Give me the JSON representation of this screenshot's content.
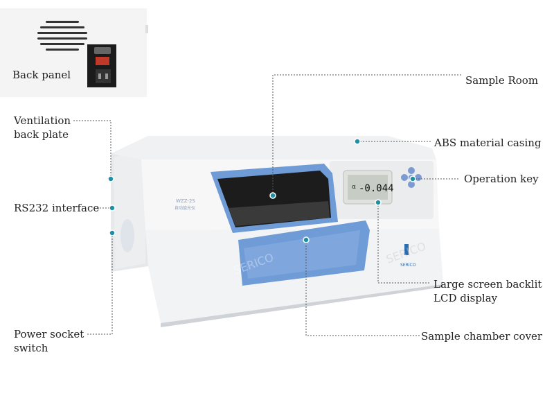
{
  "inset": {
    "label": "Back panel"
  },
  "device": {
    "model": "WZZ-2S",
    "model_sub": "自动旋光仪",
    "brand": "SERICO",
    "watermark": "SERICO",
    "lcd_prefix": "α",
    "lcd_reading": "-0.044"
  },
  "callouts": {
    "sample_room": "Sample Room",
    "abs_casing": "ABS material casing",
    "operation_key": "Operation key",
    "lcd_display": "Large screen backlit\nLCD display",
    "chamber_cover": "Sample chamber cover",
    "ventilation": "Ventilation\nback plate",
    "rs232": "RS232 interface",
    "power_socket": "Power socket\nswitch"
  },
  "colors": {
    "accent_blue": "#6f9bd6",
    "dot": "#1f8fa6",
    "casing": "#f2f3f4",
    "lcd_bg": "#c7ccc4"
  }
}
